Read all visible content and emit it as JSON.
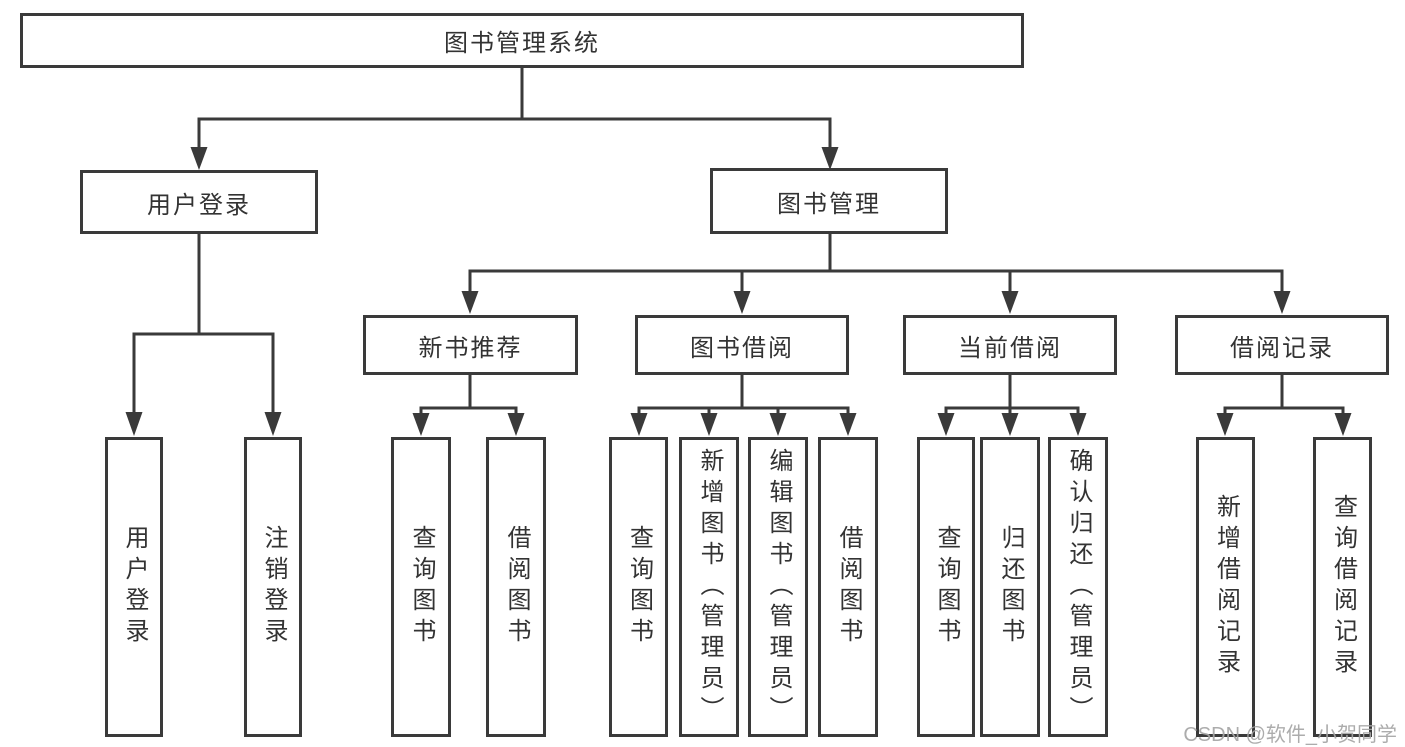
{
  "diagram_title": "图书管理系统",
  "colors": {
    "line": "#3a3a3a",
    "box_border": "#3a3a3a",
    "text": "#333333",
    "background": "#ffffff",
    "watermark": "#a6a6a6"
  },
  "tree": {
    "label": "图书管理系统",
    "children": [
      {
        "label": "用户登录",
        "children": [
          {
            "label": "用户登录"
          },
          {
            "label": "注销登录"
          }
        ]
      },
      {
        "label": "图书管理",
        "children": [
          {
            "label": "新书推荐",
            "children": [
              {
                "label": "查询图书"
              },
              {
                "label": "借阅图书"
              }
            ]
          },
          {
            "label": "图书借阅",
            "children": [
              {
                "label": "查询图书"
              },
              {
                "label": "新增图书（管理员）"
              },
              {
                "label": "编辑图书（管理员）"
              },
              {
                "label": "借阅图书"
              }
            ]
          },
          {
            "label": "当前借阅",
            "children": [
              {
                "label": "查询图书"
              },
              {
                "label": "归还图书"
              },
              {
                "label": "确认归还（管理员）"
              }
            ]
          },
          {
            "label": "借阅记录",
            "children": [
              {
                "label": "新增借阅记录"
              },
              {
                "label": "查询借阅记录"
              }
            ]
          }
        ]
      }
    ]
  },
  "watermark": "CSDN @软件_小贺同学"
}
